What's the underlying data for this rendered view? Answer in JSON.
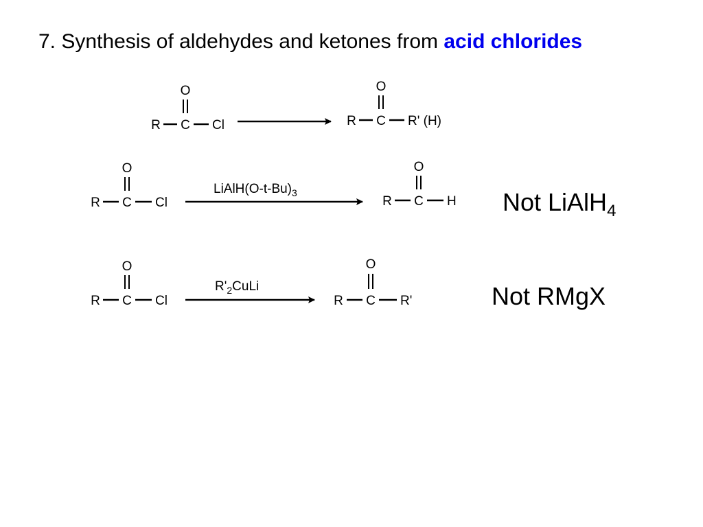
{
  "title": {
    "prefix": "7.  Synthesis of aldehydes and ketones from ",
    "highlight": "acid chlorides",
    "highlight_color": "#0000ee"
  },
  "reactions": [
    {
      "reactant": {
        "O": "O",
        "R": "R",
        "C": "C",
        "X": "Cl"
      },
      "reagent": {
        "main": "",
        "sub": "",
        "tail": ""
      },
      "product": {
        "O": "O",
        "R": "R",
        "C": "C",
        "Y": "R' (H)"
      },
      "note": {
        "main": "",
        "sub": ""
      }
    },
    {
      "reactant": {
        "O": "O",
        "R": "R",
        "C": "C",
        "X": "Cl"
      },
      "reagent": {
        "main": "LiAlH(O-t-Bu)",
        "sub": "3",
        "tail": ""
      },
      "product": {
        "O": "O",
        "R": "R",
        "C": "C",
        "Y": "H"
      },
      "note": {
        "main": "Not LiAlH",
        "sub": "4"
      }
    },
    {
      "reactant": {
        "O": "O",
        "R": "R",
        "C": "C",
        "X": "Cl"
      },
      "reagent": {
        "main": "R'",
        "sub": "2",
        "tail": "CuLi"
      },
      "product": {
        "O": "O",
        "R": "R",
        "C": "C",
        "Y": "R'"
      },
      "note": {
        "main": "Not RMgX",
        "sub": ""
      }
    }
  ]
}
